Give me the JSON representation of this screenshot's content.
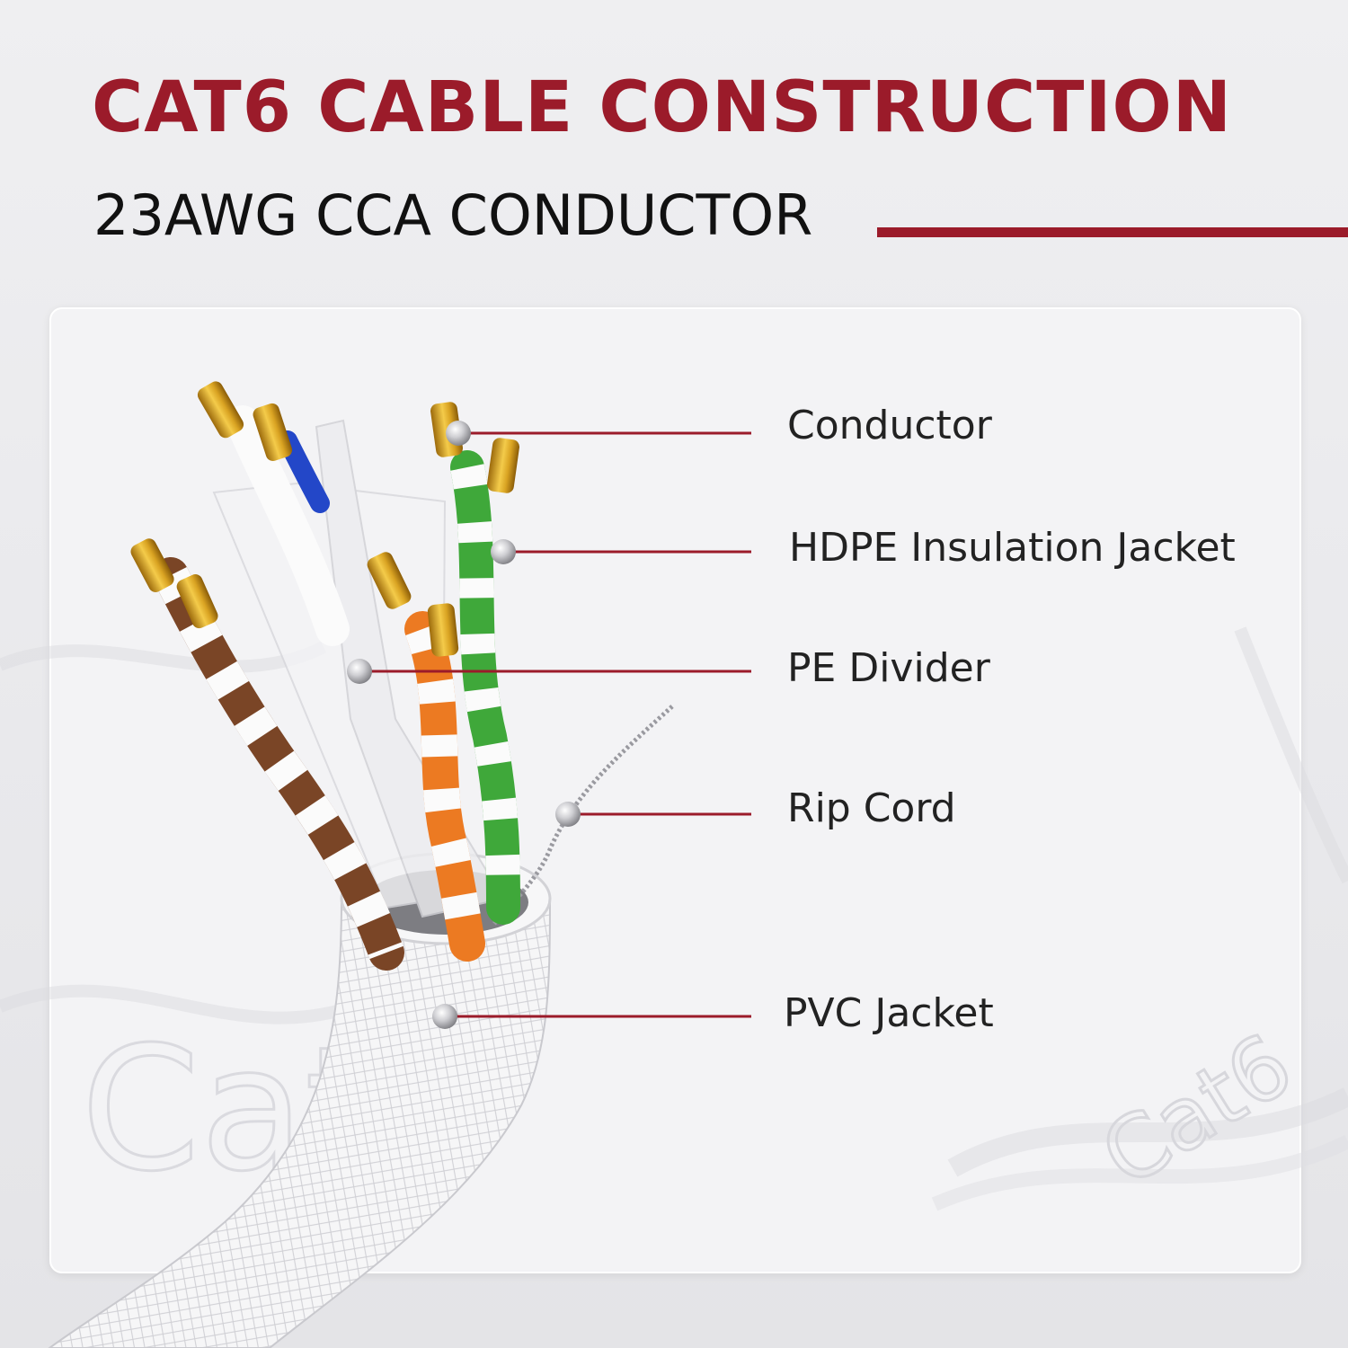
{
  "header": {
    "title": "CAT6 CABLE CONSTRUCTION",
    "subtitle": "23AWG CCA CONDUCTOR"
  },
  "callouts": {
    "conductor": "Conductor",
    "hdpe_jacket": "HDPE Insulation Jacket",
    "pe_divider": "PE Divider",
    "rip_cord": "Rip Cord",
    "pvc_jacket": "PVC Jacket"
  },
  "watermark": {
    "text": "Cat6"
  },
  "colors": {
    "accent": "#9b1b2a",
    "text": "#222222",
    "background": "#ececef",
    "copper": "#d9a322",
    "pair_brown": "#7a4526",
    "pair_orange": "#ec7a22",
    "pair_green": "#3fa83a",
    "pair_blue": "#2347c8"
  },
  "icons": {
    "callout_marker": "silver-bead-icon"
  }
}
